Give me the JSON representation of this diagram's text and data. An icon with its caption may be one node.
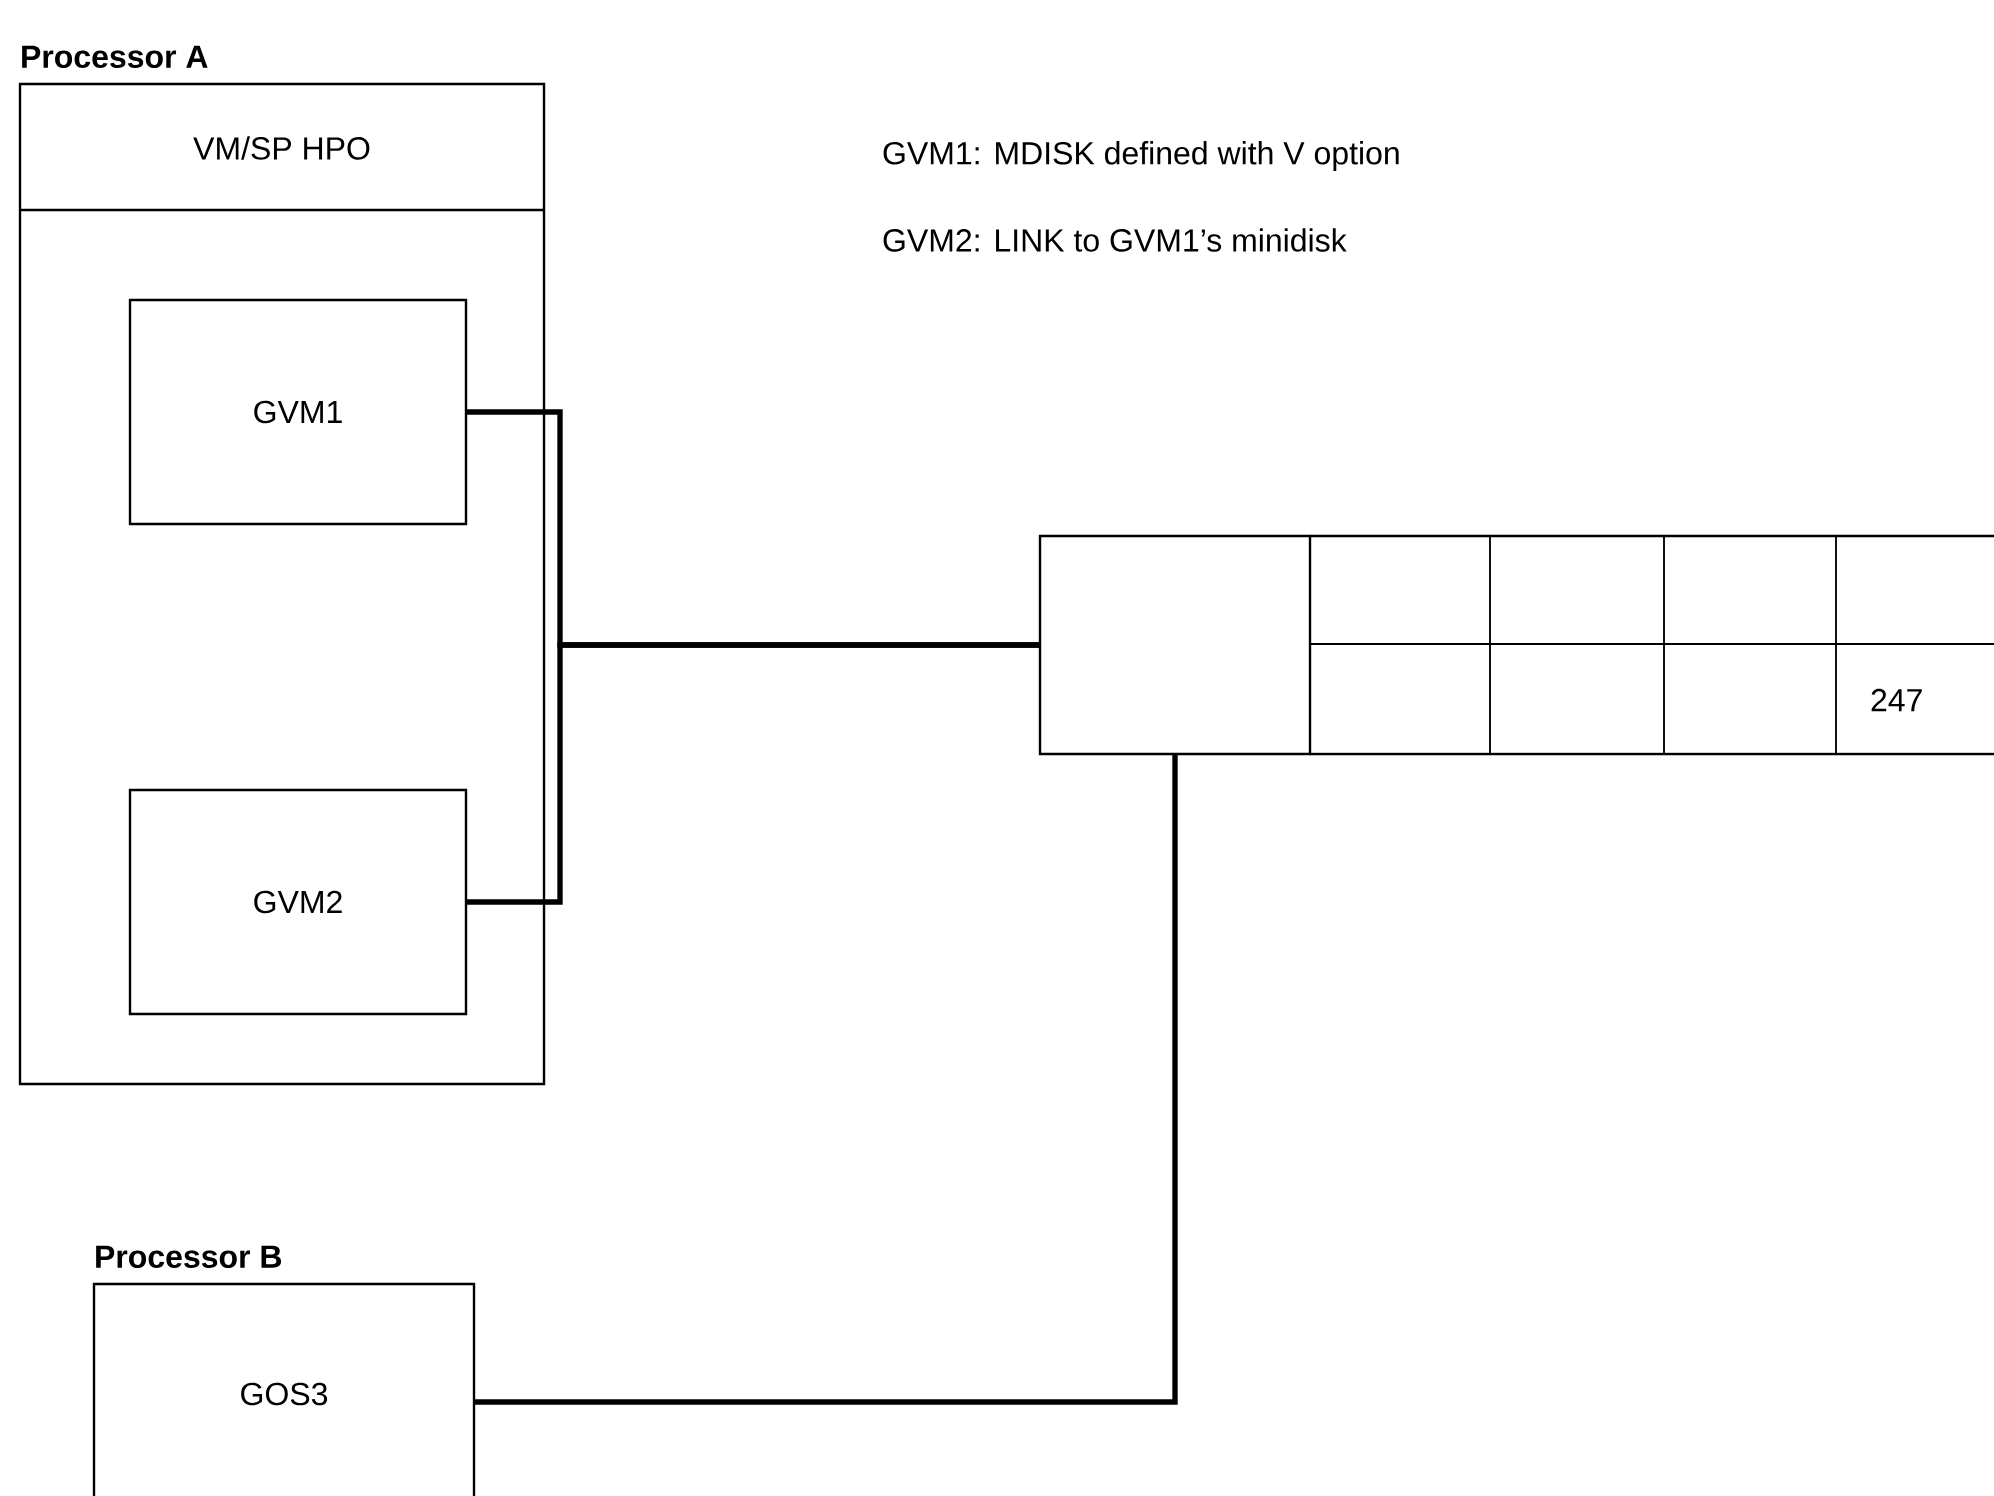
{
  "diagram": {
    "nodes": [
      {
        "text": [
          "Processor A",
          "VM/SP HPO"
        ]
      },
      {
        "text": [
          "GVM1"
        ],
        "in": 0
      },
      {
        "text": [
          "GVM2"
        ],
        "in": 0
      },
      {
        "text": [],
        "shape": "box"
      },
      {
        "text": [
          "247"
        ]
      },
      {
        "text": [
          "Processor B",
          "GOS3"
        ]
      }
    ],
    "edges": [
      {
        "from": 1,
        "to": 3,
        "arrow": "none"
      },
      {
        "from": 2,
        "to": 3,
        "arrow": "none"
      },
      {
        "from": 5,
        "to": 3,
        "arrow": "none"
      }
    ],
    "labels": [
      "GVM1:  MDISK defined with V option",
      "GVM2:  LINK to GVM1’s minidisk"
    ]
  }
}
